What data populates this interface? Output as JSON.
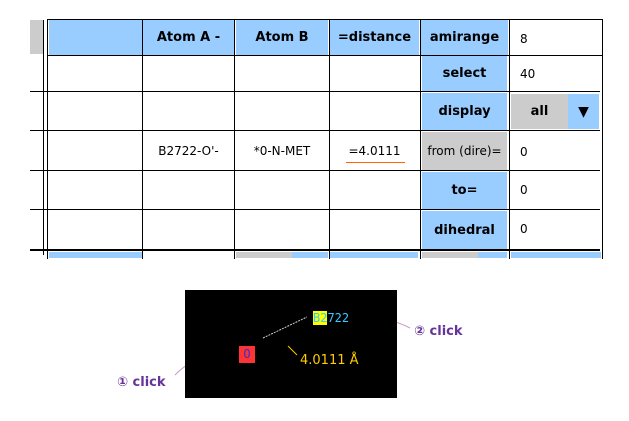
{
  "table": {
    "headers": [
      "",
      "Atom A -",
      "Atom B",
      "=distance"
    ],
    "row_atom_a": "B2722-O'-",
    "row_atom_b": "*0-N-MET",
    "row_distance": "=4.0111",
    "params": [
      {
        "label": "amirange",
        "value": "8"
      },
      {
        "label": "select",
        "value": "40"
      },
      {
        "label": "display",
        "value": "all"
      },
      {
        "label": "from (dire)=",
        "value": "0"
      },
      {
        "label": "to=",
        "value": "0"
      },
      {
        "label": "dihedral",
        "value": "0"
      }
    ]
  },
  "viewer": {
    "atom1": "O",
    "atom2_hl": "B2",
    "atom2_rest": "722",
    "distance": "4.0111 Å"
  },
  "annotations": {
    "step1": "① click",
    "step2": "② click"
  }
}
